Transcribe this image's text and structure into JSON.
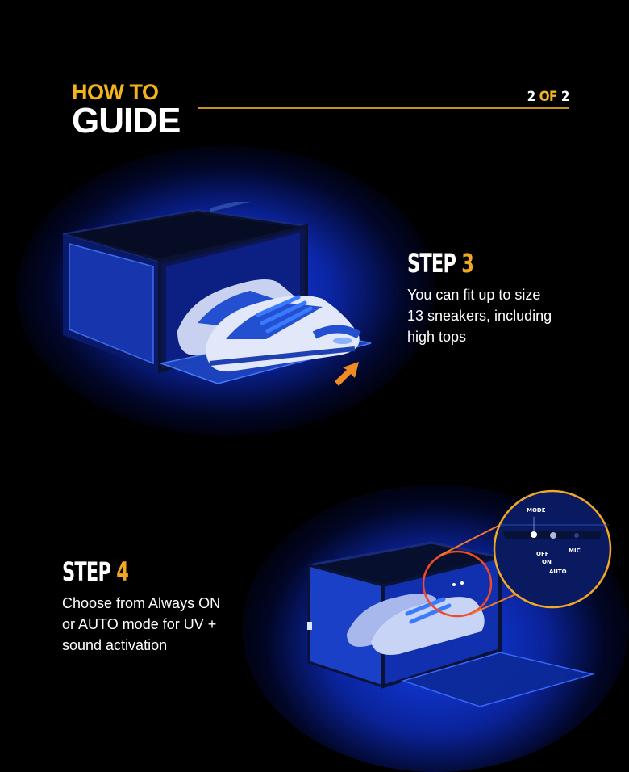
{
  "header": {
    "line1": "HOW TO",
    "line2": "GUIDE",
    "page_current": "2",
    "page_of": "OF",
    "page_total": "2"
  },
  "steps": [
    {
      "label": "STEP",
      "number": "3",
      "description": "You can fit up to size\n13 sneakers, including\nhigh tops"
    },
    {
      "label": "STEP",
      "number": "4",
      "description": "Choose from Always ON\nor AUTO mode for UV +\nsound activation"
    }
  ],
  "callout": {
    "mode_label": "MODE",
    "off_label": "OFF",
    "on_label": "ON",
    "auto_label": "AUTO",
    "mic_label": "MIC"
  },
  "colors": {
    "accent_gold": "#f2b31b",
    "accent_orange": "#f2a824",
    "glow_blue": "#1446ff",
    "background": "#000000"
  }
}
